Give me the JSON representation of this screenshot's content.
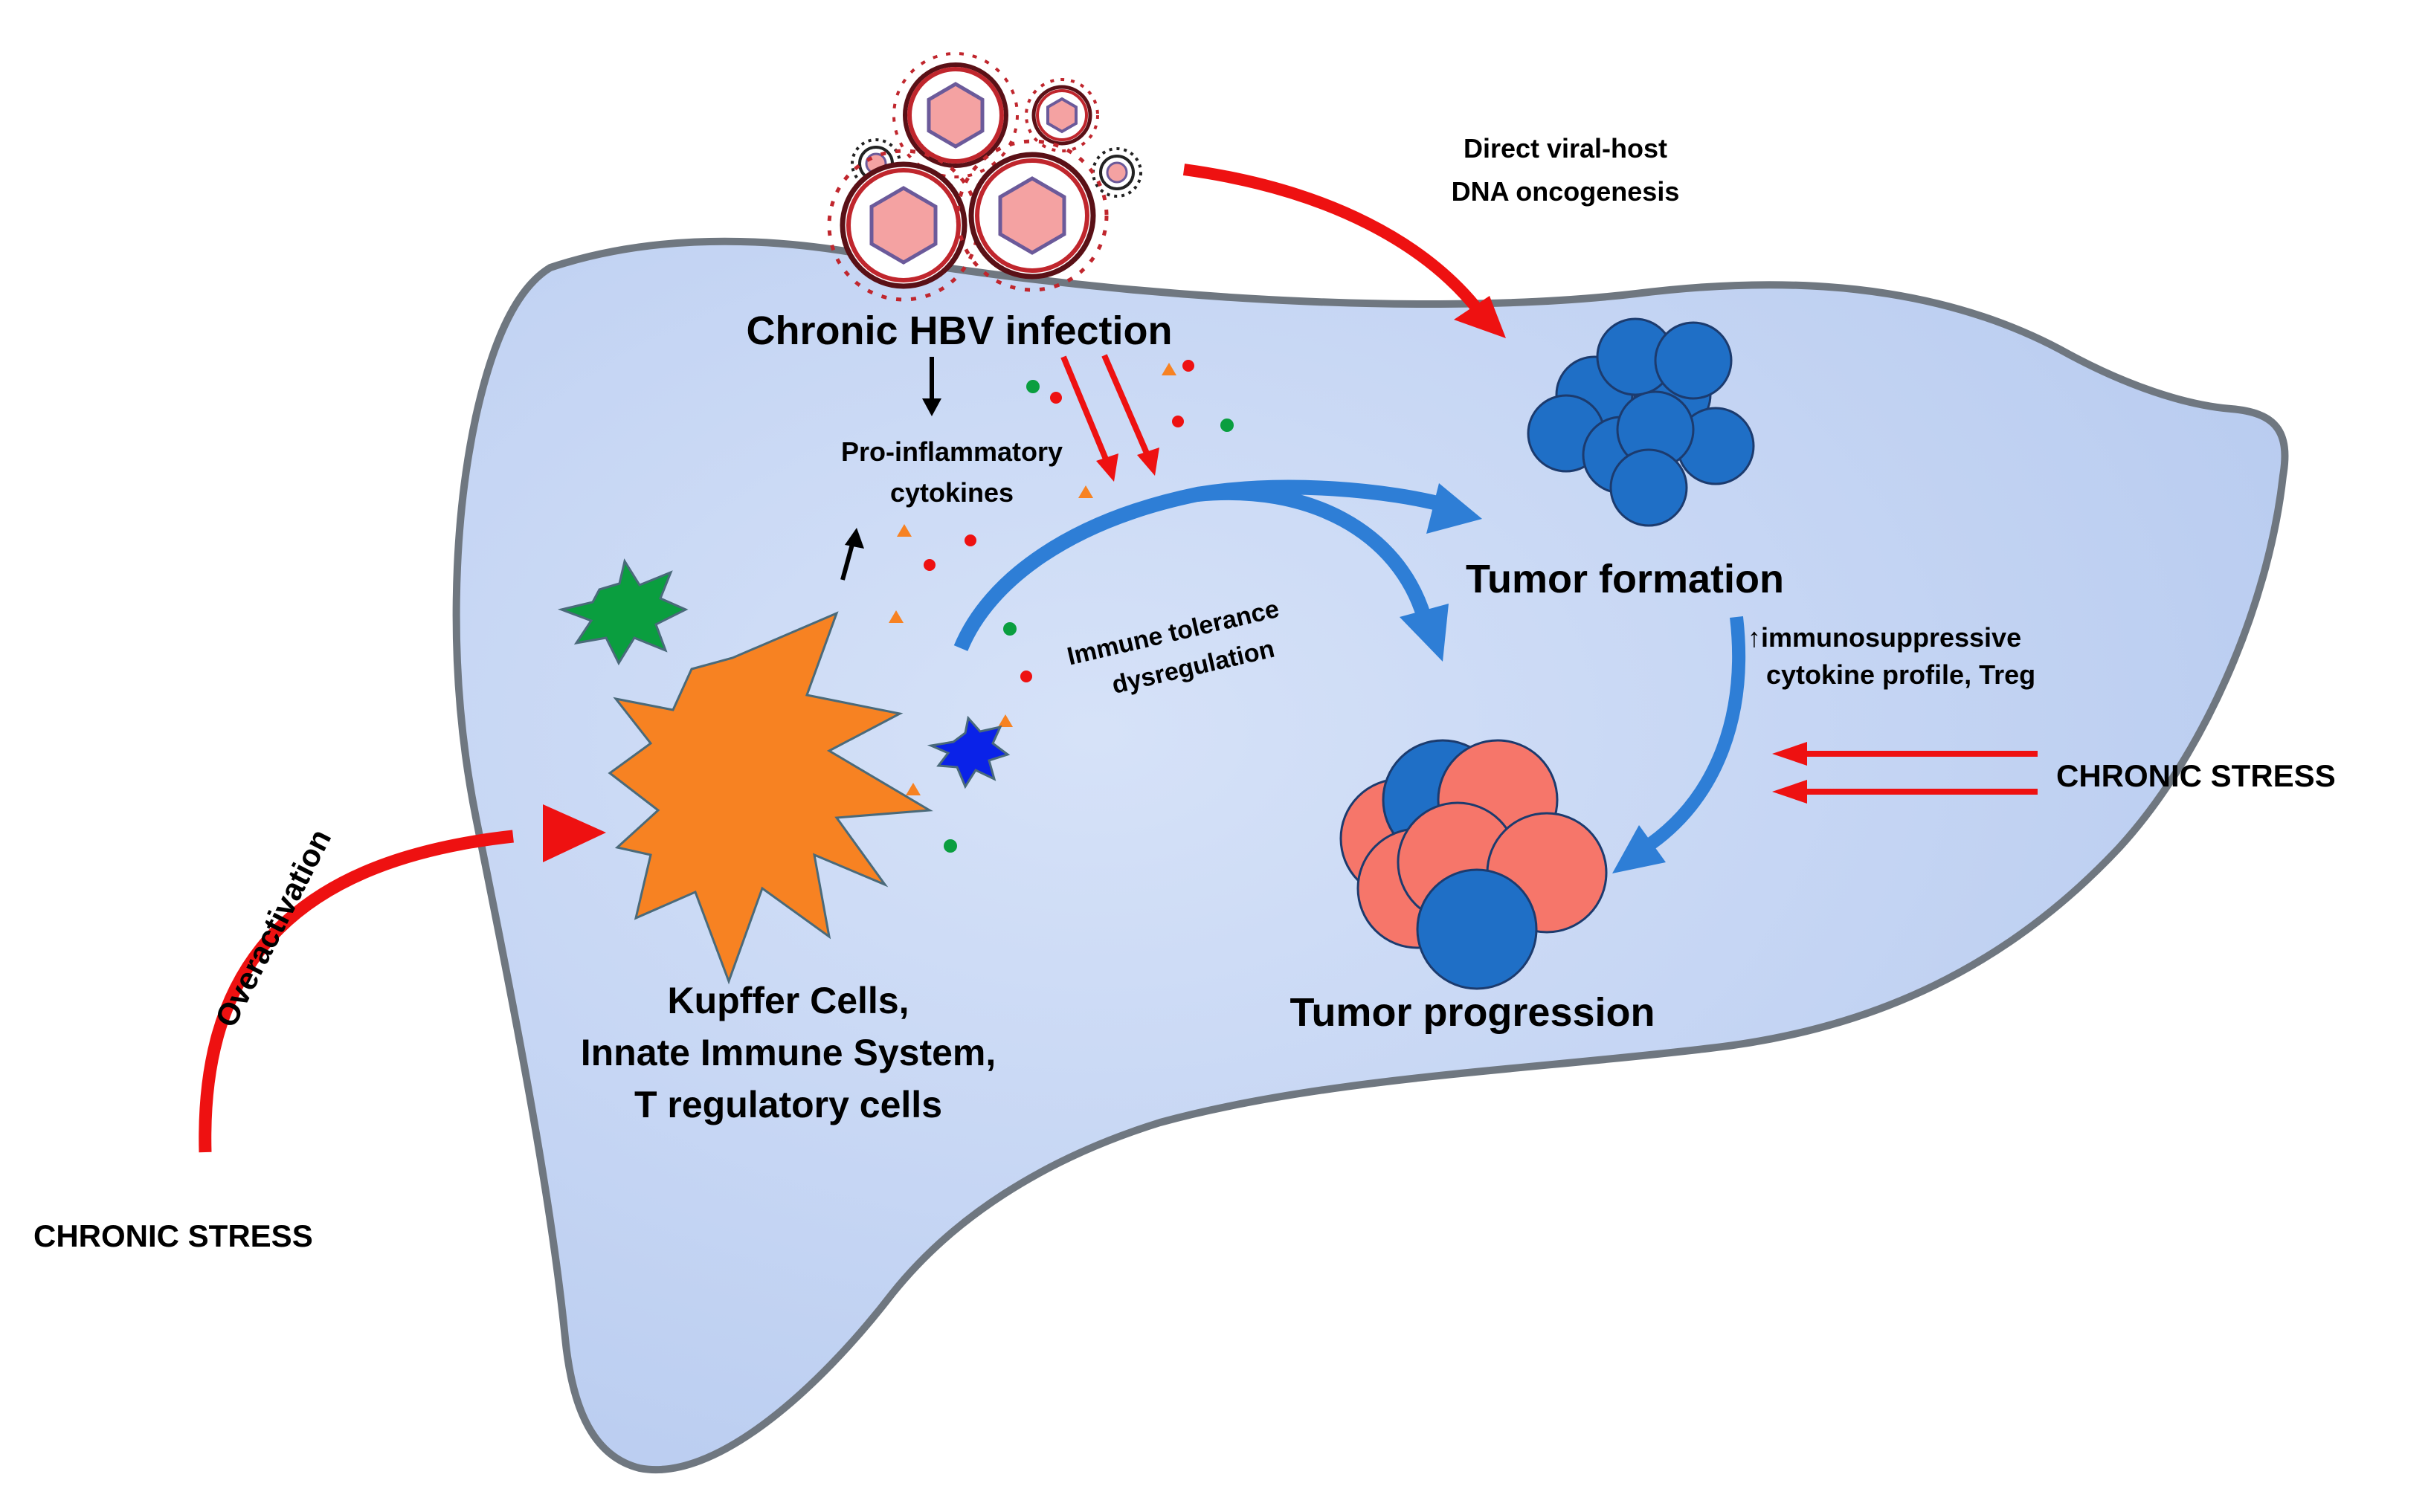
{
  "labels": {
    "hbv": "Chronic HBV infection",
    "pro_inflammatory_1": "Pro-inflammatory",
    "pro_inflammatory_2": "cytokines",
    "direct_1": "Direct viral-host",
    "direct_2": "DNA oncogenesis",
    "immune_tolerance_1": "Immune tolerance",
    "immune_tolerance_2": "dysregulation",
    "tumor_formation": "Tumor formation",
    "immunosuppressive_1": "↑immunosuppressive",
    "immunosuppressive_2": "cytokine profile, Treg",
    "tumor_progression": "Tumor progression",
    "kupffer_1": "Kupffer Cells,",
    "kupffer_2": "Innate Immune System,",
    "kupffer_3": "T regulatory cells",
    "overactivation": "Overactivation",
    "stress_left": "CHRONIC STRESS",
    "stress_right": "CHRONIC STRESS"
  },
  "colors": {
    "liver_fill": "#c6d6f5",
    "liver_stroke": "#6f7780",
    "red_arrow": "#ee1111",
    "blue_arrow": "#2e7ed6",
    "tumor_blue": "#1f6fc6",
    "tumor_salmon": "#f6766a",
    "kupffer_orange": "#f78222",
    "green_cell": "#0a9e3f",
    "blue_cell": "#0a22e8",
    "virus_pink": "#f4a2a2",
    "virus_red": "#c0262d"
  },
  "icons": {
    "virus": "hbv-virion-icon",
    "kupffer": "kupffer-starburst-icon",
    "tumor": "tumor-cell-cluster-icon"
  }
}
